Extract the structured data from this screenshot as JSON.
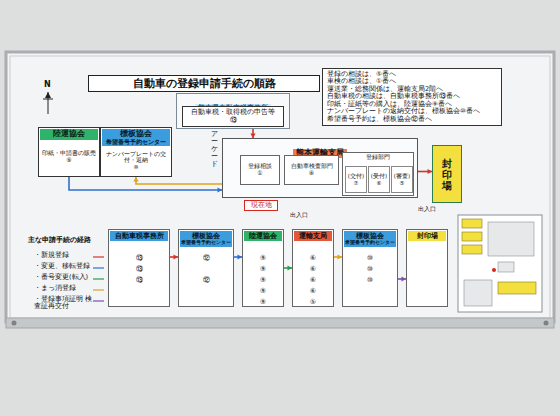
{
  "diagram": {
    "title": "自動車の登録申請手続の順路",
    "nodes": [
      {
        "text": [
          "登録の相談は、⑤番へ",
          "車検の相談は、①番へ",
          "運送業・総務関係は、運輸支局2階へ",
          "自動車税の相談は、自動車税事務所⑬番へ",
          "印紙・証紙等の購入は、陸運協会⑨番へ",
          "ナンバープレートの返納交付は、標板協会⑩番へ",
          "希望番号予約は、標板協会⑫番へ"
        ]
      },
      {
        "text": [
          "熊本県自動車税事務所"
        ]
      },
      {
        "text": [
          "自動車税・取得税の申告等",
          "⑬"
        ],
        "in": 1
      },
      {
        "text": [
          "陸運協会",
          "印紙・申請書の販売",
          "⑨"
        ]
      },
      {
        "text": [
          "標板協会",
          "希望番号予約センター",
          "ナンバープレートの交付・返納",
          "⑩"
        ]
      },
      {
        "text": [
          "熊本運輸支局"
        ]
      },
      {
        "text": [
          "登録相談",
          "①"
        ],
        "in": 5
      },
      {
        "text": [
          "自動車検査部門",
          "⑧"
        ],
        "in": 5
      },
      {
        "text": [
          "登録部門"
        ],
        "in": 5
      },
      {
        "text": [
          "(交付)",
          "⑦"
        ],
        "in": 8
      },
      {
        "text": [
          "(受付)",
          "⑥"
        ],
        "in": 8
      },
      {
        "text": [
          "(審査)",
          "⑤"
        ],
        "in": 8
      },
      {
        "text": [
          "現在地"
        ]
      },
      {
        "text": [
          "封印場"
        ]
      },
      {
        "text": [
          "自動車税事務所",
          "⑬",
          "⑬",
          "⑬"
        ]
      },
      {
        "text": [
          "標板協会",
          "希望番号予約センター",
          "⑫",
          "⑫"
        ]
      },
      {
        "text": [
          "陸運協会",
          "⑨",
          "⑨",
          "⑨",
          "⑨",
          "⑨"
        ]
      },
      {
        "text": [
          "運輸支局",
          "⑥",
          "⑥",
          "⑥",
          "⑥",
          "⑤"
        ]
      },
      {
        "text": [
          "標板協会",
          "希望番号予約センター",
          "⑩",
          "⑩",
          "⑩"
        ]
      },
      {
        "text": [
          "封印場"
        ]
      }
    ],
    "edges": [
      {
        "from": 2,
        "to": 5,
        "arrow": "to"
      },
      {
        "from": 3,
        "to": 5,
        "arrow": "to"
      },
      {
        "from": 5,
        "to": 4,
        "arrow": "to"
      },
      {
        "from": 5,
        "to": 13,
        "arrow": "to"
      },
      {
        "from": 14,
        "to": 15,
        "arrow": "to"
      },
      {
        "from": 15,
        "to": 16,
        "arrow": "to"
      },
      {
        "from": 16,
        "to": 17,
        "arrow": "to"
      },
      {
        "from": 17,
        "to": 18,
        "arrow": "to"
      },
      {
        "from": 18,
        "to": 19,
        "arrow": "to"
      }
    ],
    "labels": [
      "N",
      "アーケード",
      "出入口",
      "出入口",
      "主な申請手続の経路",
      "・新規登録",
      "・変更、移転登録",
      "・番号変更(転入)",
      "・まっ消登録",
      "・登録事項証明 検査証再交付"
    ]
  }
}
